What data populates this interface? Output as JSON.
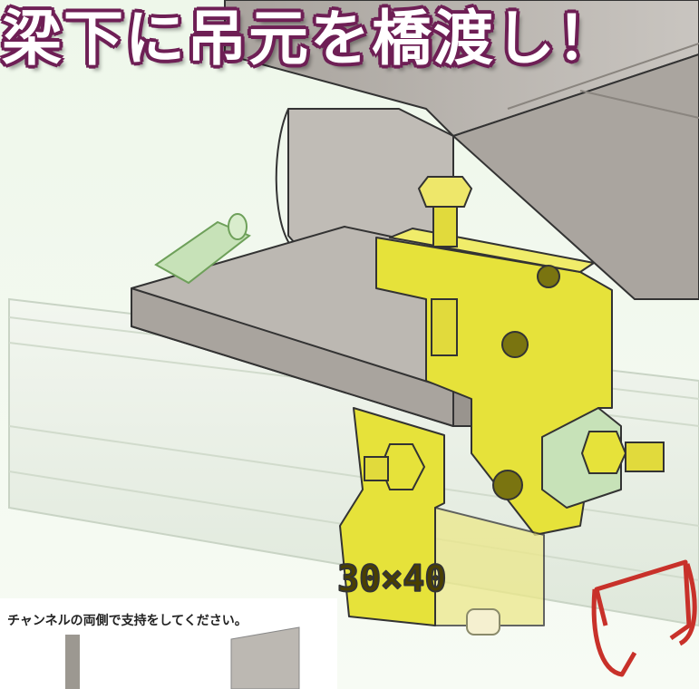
{
  "banner": {
    "title": "梁下に吊元を橋渡し！"
  },
  "bracket": {
    "stamp": "30×40"
  },
  "note": {
    "text": "チャンネルの両側で支持をしてください。"
  },
  "colors": {
    "beam": "#b8b3ad",
    "bracket": "#e6e23a",
    "channel_outline": "#c8312a",
    "green_clip": "#c7e2b8",
    "banner_outline": "#6e1f55"
  }
}
